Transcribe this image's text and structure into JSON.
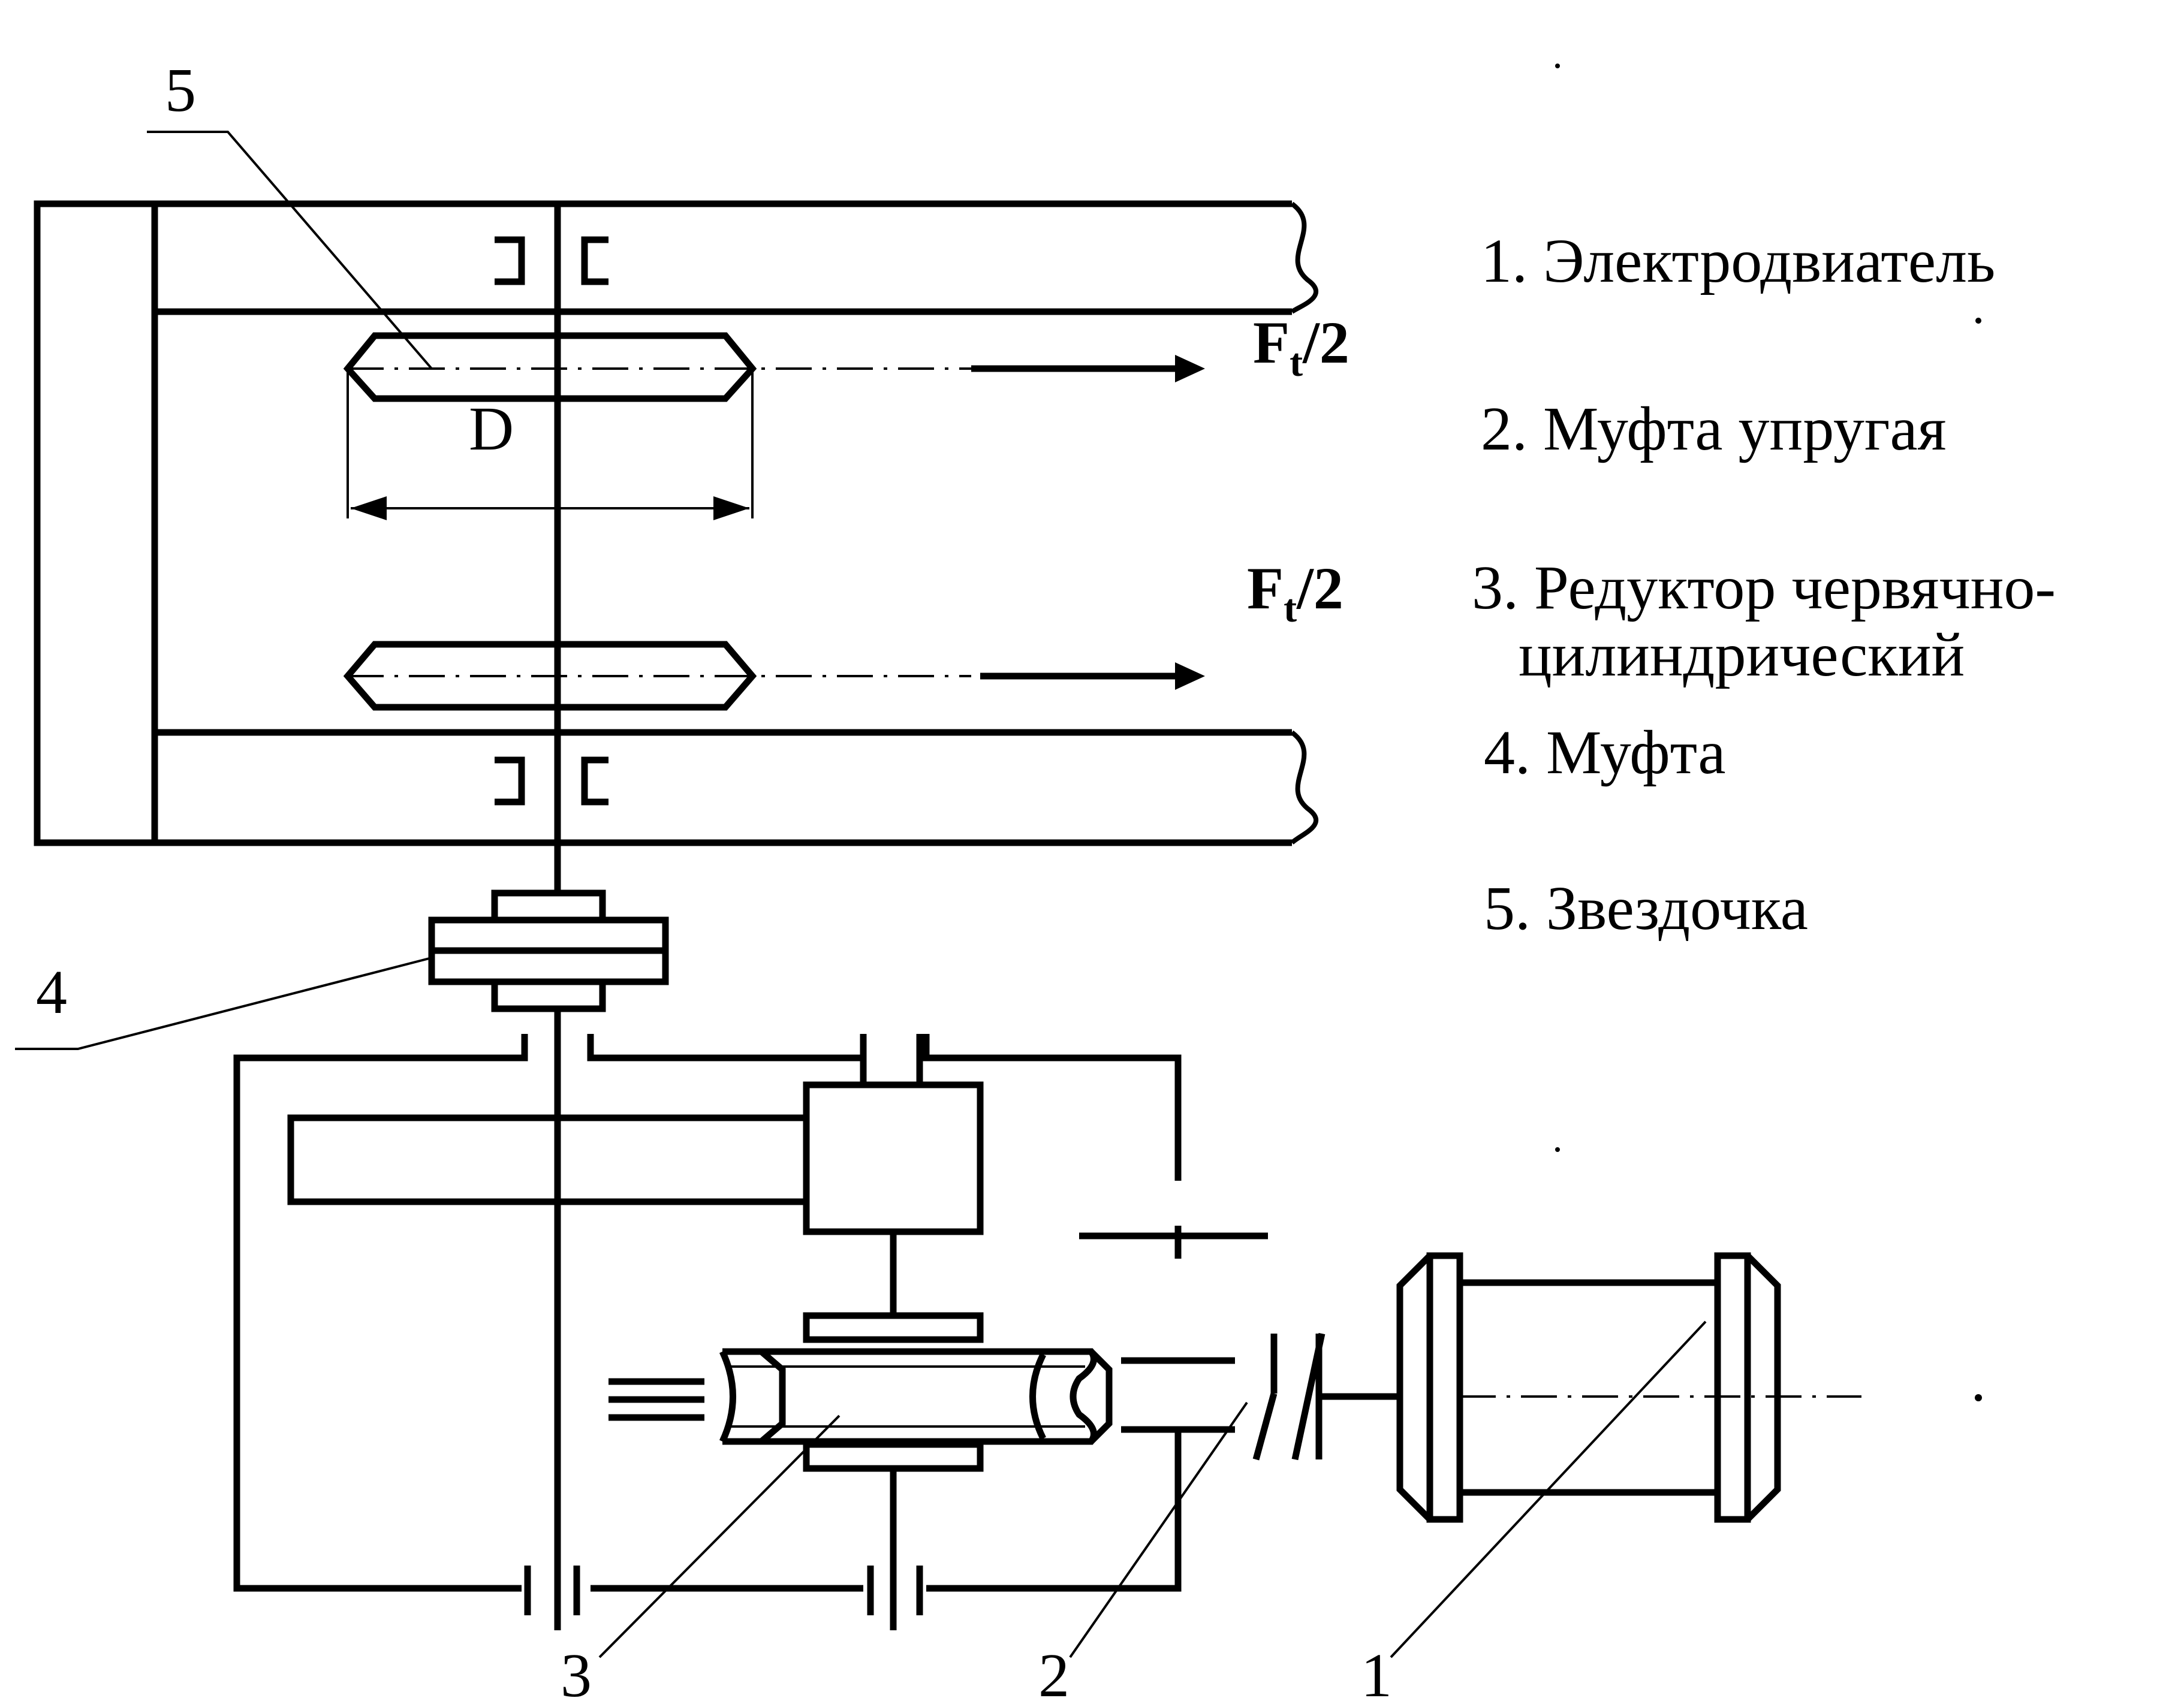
{
  "legend": {
    "items": [
      {
        "number": "1.",
        "text": "Электродвиатель"
      },
      {
        "number": "2.",
        "text": "Муфта упругая"
      },
      {
        "number": "3.",
        "text": "Редуктор червячно-\n   цилиндрический"
      },
      {
        "number": "4.",
        "text": "Муфта"
      },
      {
        "number": "5.",
        "text": "Звездочка"
      }
    ]
  },
  "callouts": {
    "c1": "1",
    "c2": "2",
    "c3": "3",
    "c4": "4",
    "c5": "5"
  },
  "labels": {
    "diameter": "D",
    "force_upper_main": "F",
    "force_upper_sub": "t",
    "force_upper_tail": "/2",
    "force_lower_main": "F",
    "force_lower_sub": "t",
    "force_lower_tail": "/2"
  }
}
